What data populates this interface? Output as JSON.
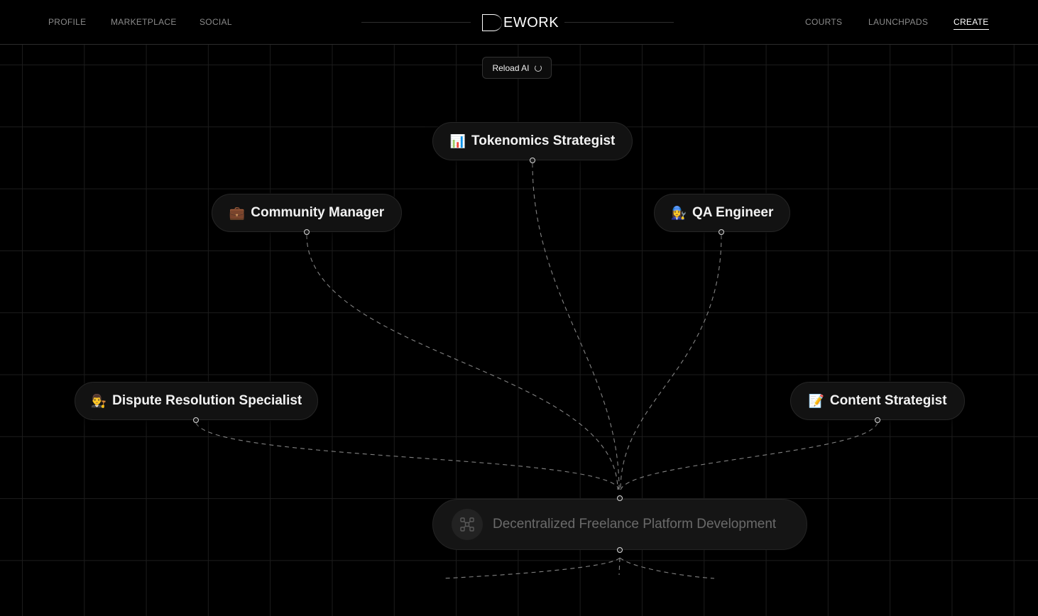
{
  "nav": {
    "left": [
      "PROFILE",
      "MARKETPLACE",
      "SOCIAL"
    ],
    "right": [
      "COURTS",
      "LAUNCHPADS",
      "CREATE"
    ],
    "active": "CREATE"
  },
  "logo": {
    "text": "EWORK"
  },
  "reload": {
    "label": "Reload AI"
  },
  "nodes": [
    {
      "emoji": "📊",
      "label": "Tokenomics Strategist"
    },
    {
      "emoji": "💼",
      "label": "Community Manager"
    },
    {
      "emoji": "👩‍🔧",
      "label": "QA Engineer"
    },
    {
      "emoji": "👨‍⚖️",
      "label": "Dispute Resolution Specialist"
    },
    {
      "emoji": "📝",
      "label": "Content Strategist"
    }
  ],
  "root": {
    "label": "Decentralized Freelance Platform Development",
    "icon": "network-icon"
  },
  "colors": {
    "background": "#000000",
    "grid": "#1c1c1c",
    "node_bg": "#121212",
    "edge": "#9a9a9a",
    "active_nav": "#ffffff",
    "inactive_nav": "#8a8a8a"
  }
}
